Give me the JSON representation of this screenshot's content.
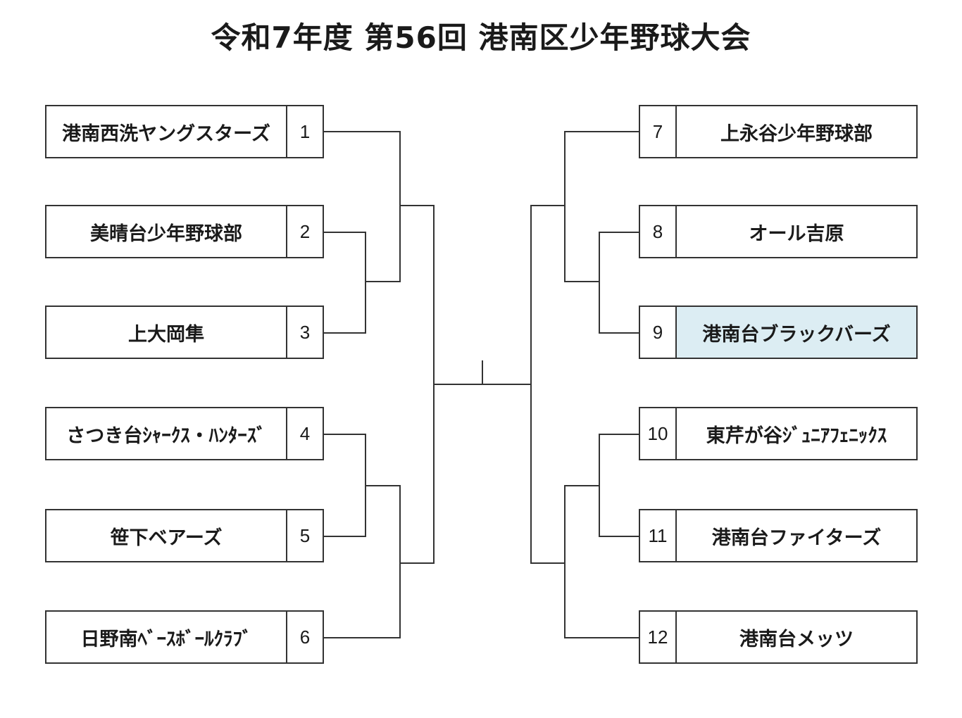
{
  "title": "令和7年度 第56回 港南区少年野球大会",
  "teams": {
    "left": [
      {
        "num": "1",
        "name": "港南西洗ヤングスターズ"
      },
      {
        "num": "2",
        "name": "美晴台少年野球部"
      },
      {
        "num": "3",
        "name": "上大岡隼"
      },
      {
        "num": "4",
        "name": "さつき台ｼｬｰｸｽ・ﾊﾝﾀｰｽﾞ"
      },
      {
        "num": "5",
        "name": "笹下ベアーズ"
      },
      {
        "num": "6",
        "name": "日野南ﾍﾞｰｽﾎﾞｰﾙｸﾗﾌﾞ"
      }
    ],
    "right": [
      {
        "num": "7",
        "name": "上永谷少年野球部"
      },
      {
        "num": "8",
        "name": "オール吉原"
      },
      {
        "num": "9",
        "name": "港南台ブラックバーズ"
      },
      {
        "num": "10",
        "name": "東芹が谷ｼﾞｭﾆｱﾌｪﾆｯｸｽ"
      },
      {
        "num": "11",
        "name": "港南台ファイターズ"
      },
      {
        "num": "12",
        "name": "港南台メッツ"
      }
    ]
  },
  "highlight_color": "#dcedf3"
}
